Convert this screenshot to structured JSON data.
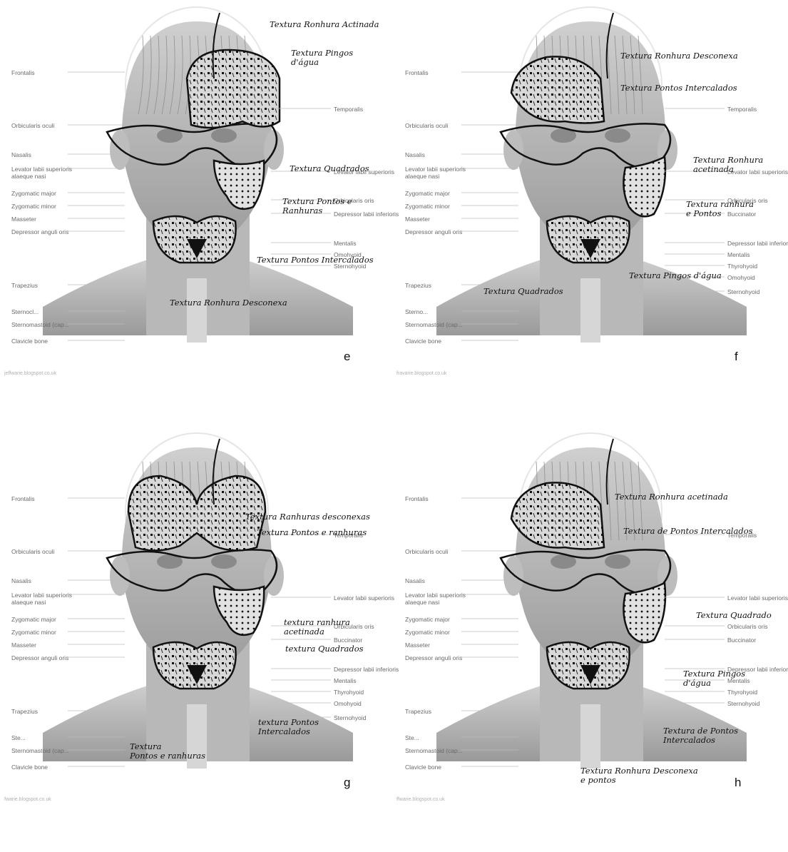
{
  "panels": [
    {
      "id": "e",
      "letter": "e",
      "credit": "jeffwarie.blogspot.co.uk",
      "left_labels": [
        "Frontalis",
        "Orbicularis oculi",
        "Nasalis",
        "Levator labii superioris\nalaeque nasi",
        "Zygomatic major",
        "Zygomatic minor",
        "Masseter",
        "Depressor anguli oris",
        "Trapezius",
        "Sternocl...",
        "Sternomastoid (cap...",
        "Clavicle bone"
      ],
      "right_labels": [
        "Temporalis",
        "Levator labii superioris",
        "Orbicularis oris",
        "Depressor labii inferioris",
        "Mentalis",
        "Omohyoid",
        "Sternohyoid"
      ],
      "annotations": [
        "Textura Ronhura Actinada",
        "Textura Pingos\nd'água",
        "Textura Quadrados",
        "Textura Pontos e\nRanhuras",
        "Textura Pontos Intercalados",
        "Textura Ronhura Desconexa"
      ]
    },
    {
      "id": "f",
      "letter": "f",
      "credit": "fravarie.blogspot.co.uk",
      "left_labels": [
        "Frontalis",
        "Orbicularis oculi",
        "Nasalis",
        "Levator labii superioris\nalaeque nasi",
        "Zygomatic major",
        "Zygomatic minor",
        "Masseter",
        "Depressor anguli oris",
        "Trapezius",
        "Sterno...",
        "Sternomastoid (cap...",
        "Clavicle bone"
      ],
      "right_labels": [
        "Temporalis",
        "Levator labii superioris",
        "Orbicularis oris",
        "Buccinator",
        "Depressor labii inferioris",
        "Mentalis",
        "Thyrohyoid",
        "Omohyoid",
        "Sternohyoid"
      ],
      "annotations": [
        "Textura Ronhura Desconexa",
        "Textura Pontos Intercalados",
        "Textura Ronhura\nacetinada",
        "Textura ranhura\ne Pontos",
        "Textura Pingos d'água",
        "Textura Quadrados"
      ]
    },
    {
      "id": "g",
      "letter": "g",
      "credit": "fwarie.blogspot.co.uk",
      "left_labels": [
        "Frontalis",
        "Orbicularis oculi",
        "Nasalis",
        "Levator labii superioris\nalaeque nasi",
        "Zygomatic major",
        "Zygomatic minor",
        "Masseter",
        "Depressor anguli oris",
        "Trapezius",
        "Ste...",
        "Sternomastoid (cap...",
        "Clavicle bone"
      ],
      "right_labels": [
        "Temporalis",
        "Levator labii superioris",
        "Orbicularis oris",
        "Buccinator",
        "Depressor labii inferioris",
        "Mentalis",
        "Thyrohyoid",
        "Omohyoid",
        "Sternohyoid"
      ],
      "annotations": [
        "Textura Ranhuras desconexas",
        "Textura Pontos e ranhuras",
        "textura ranhura\nacetinada",
        "textura Quadrados",
        "textura Pontos\nIntercalados",
        "Textura\nPontos e ranhuras"
      ]
    },
    {
      "id": "h",
      "letter": "h",
      "credit": "ffwarie.blogspot.co.uk",
      "left_labels": [
        "Frontalis",
        "Orbicularis oculi",
        "Nasalis",
        "Levator labii superioris\nalaeque nasi",
        "Zygomatic major",
        "Zygomatic minor",
        "Masseter",
        "Depressor anguli oris",
        "Trapezius",
        "Ste...",
        "Sternomastoid (cap...",
        "Clavicle bone"
      ],
      "right_labels": [
        "Temporalis",
        "Levator labii superioris",
        "Orbicularis oris",
        "Buccinator",
        "Depressor labii inferioris",
        "Mentalis",
        "Thyrohyoid",
        "Sternohyoid"
      ],
      "annotations": [
        "Textura Ronhura acetinada",
        "Textura de Pontos Intercalados",
        "Textura Quadrado",
        "Textura Pingos\nd'água",
        "Textura de Pontos\nIntercalados",
        "Textura Ronhura Desconexa\ne pontos"
      ]
    }
  ]
}
